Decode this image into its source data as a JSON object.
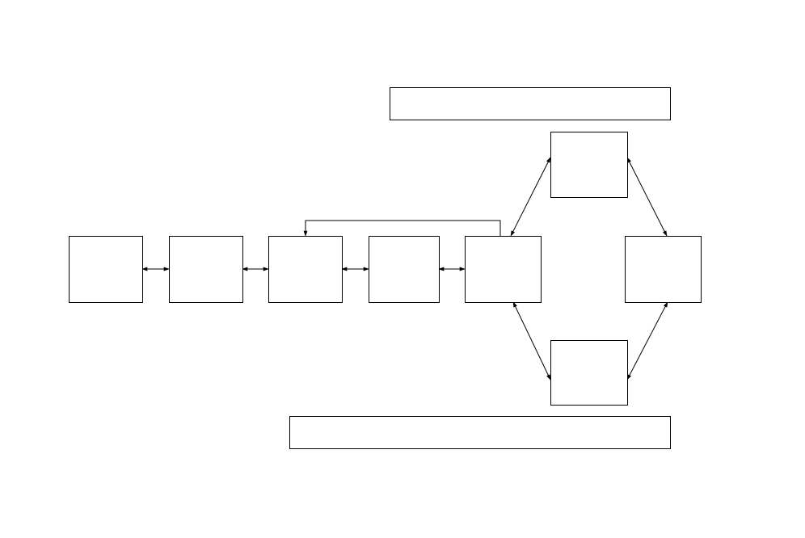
{
  "diagram": {
    "background": "#ffffff",
    "stroke_color": "#000000",
    "nodes": [
      {
        "id": "box-1",
        "label": ""
      },
      {
        "id": "box-2",
        "label": ""
      },
      {
        "id": "box-3",
        "label": ""
      },
      {
        "id": "box-4",
        "label": ""
      },
      {
        "id": "box-5",
        "label": ""
      },
      {
        "id": "box-top",
        "label": ""
      },
      {
        "id": "box-bottom",
        "label": ""
      },
      {
        "id": "box-right",
        "label": ""
      },
      {
        "id": "banner-top",
        "label": ""
      },
      {
        "id": "banner-bottom",
        "label": ""
      }
    ],
    "edges": [
      {
        "from": "box-1",
        "to": "box-2",
        "bidirectional": true
      },
      {
        "from": "box-2",
        "to": "box-3",
        "bidirectional": true
      },
      {
        "from": "box-3",
        "to": "box-4",
        "bidirectional": true
      },
      {
        "from": "box-4",
        "to": "box-5",
        "bidirectional": true
      },
      {
        "from": "box-5",
        "to": "box-3",
        "bidirectional": false
      },
      {
        "from": "box-5",
        "to": "box-top",
        "bidirectional": true
      },
      {
        "from": "box-5",
        "to": "box-bottom",
        "bidirectional": true
      },
      {
        "from": "box-top",
        "to": "box-right",
        "bidirectional": true
      },
      {
        "from": "box-bottom",
        "to": "box-right",
        "bidirectional": true
      }
    ]
  }
}
